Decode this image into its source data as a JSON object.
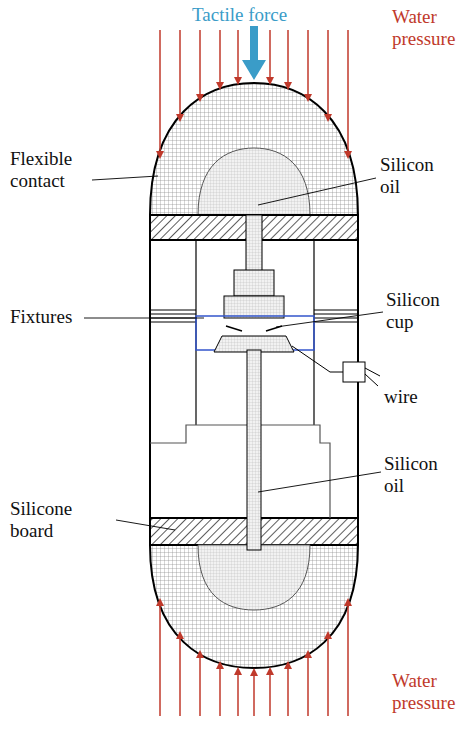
{
  "diagram": {
    "labels": [
      "Tactile force",
      "Water pressure",
      "Flexible contact",
      "Silicon oil",
      "Fixtures",
      "Silicon cup",
      "wire",
      "Silicon oil",
      "Silicone board",
      "Water pressure"
    ]
  }
}
